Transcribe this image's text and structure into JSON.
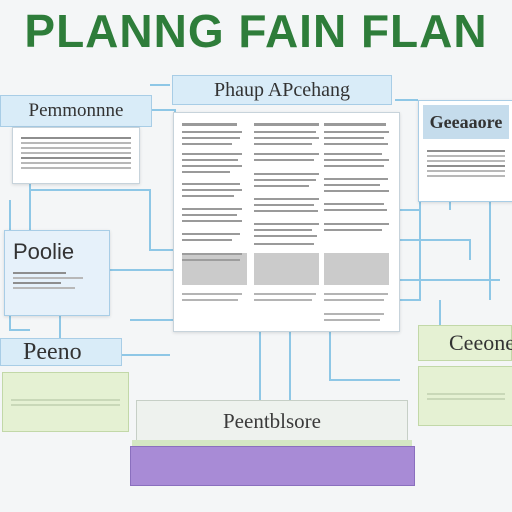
{
  "title": "PLANNG FAIN FLAN",
  "center_header": "Phaup APcehang",
  "left_top": {
    "header": "Pemmonnne"
  },
  "left_mid": {
    "header": "Poolie"
  },
  "left_bottom": {
    "header": "Peeno"
  },
  "right_top": {
    "header": "Geeaaore"
  },
  "right_mid": {
    "header": "Ceeone"
  },
  "bottom_stack": {
    "label": "Peentblsore"
  },
  "colors": {
    "title_green": "#2e7d3a",
    "connector_blue": "#8ec7e6",
    "header_blue": "#d9ecf8",
    "box_green": "#e5f1d3",
    "stack_purple": "#a88bd6"
  }
}
